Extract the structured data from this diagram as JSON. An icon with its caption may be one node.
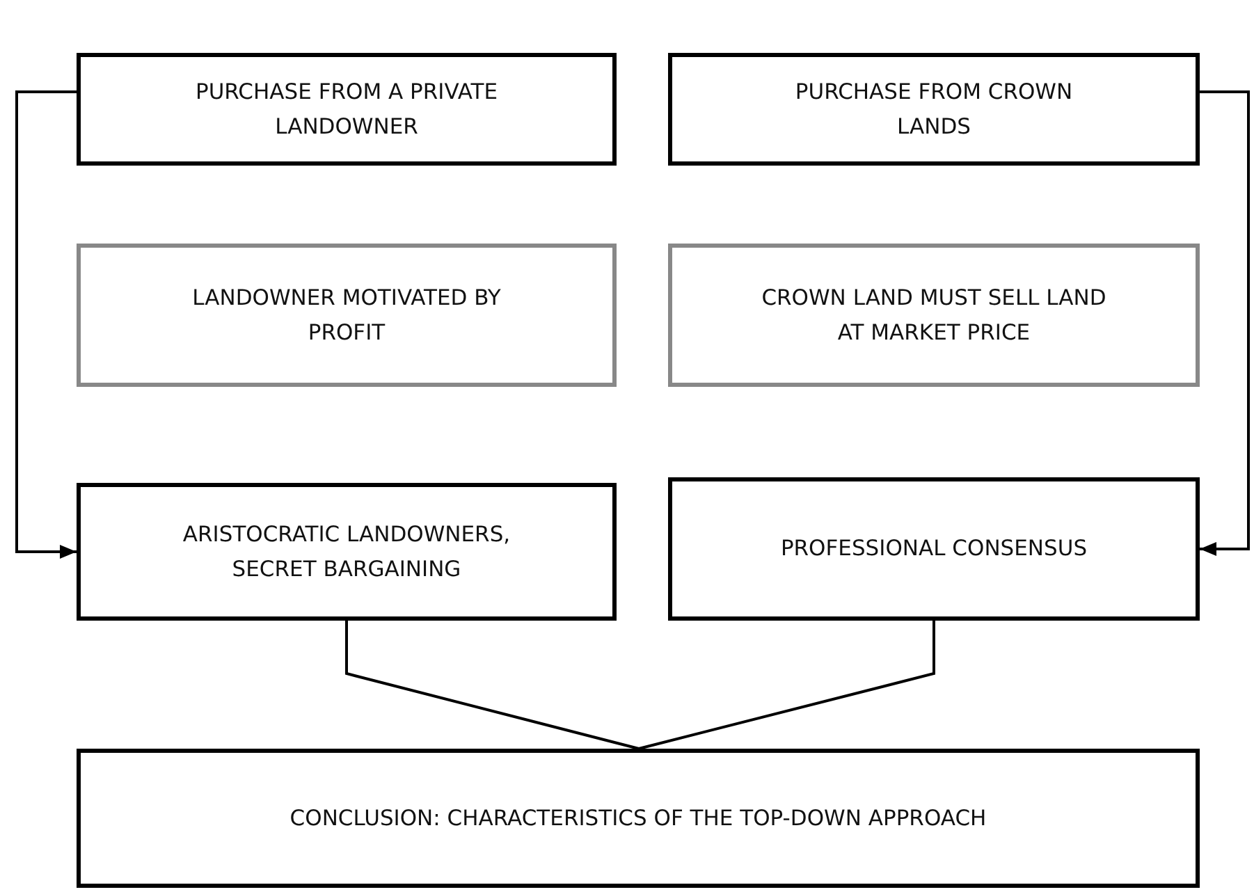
{
  "diagram": {
    "nodes": [
      {
        "text": [
          "PURCHASE FROM A PRIVATE LANDOWNER"
        ]
      },
      {
        "text": [
          "PURCHASE FROM CROWN LANDS"
        ]
      },
      {
        "text": [
          "LANDOWNER MOTIVATED BY PROFIT"
        ]
      },
      {
        "text": [
          "CROWN LAND MUST SELL LAND AT MARKET PRICE"
        ]
      },
      {
        "text": [
          "ARISTOCRATIC LANDOWNERS, SECRET BARGAINING"
        ]
      },
      {
        "text": [
          "PROFESSIONAL CONSENSUS"
        ]
      },
      {
        "text": [
          "CONCLUSION: CHARACTERISTICS OF THE TOP-DOWN APPROACH"
        ]
      }
    ],
    "edges": [
      {
        "from": 0,
        "to": 4,
        "arrow": "to"
      },
      {
        "from": 1,
        "to": 5,
        "arrow": "to"
      },
      {
        "from": 4,
        "to": 6,
        "arrow": "none"
      },
      {
        "from": 5,
        "to": 6,
        "arrow": "none"
      }
    ]
  }
}
